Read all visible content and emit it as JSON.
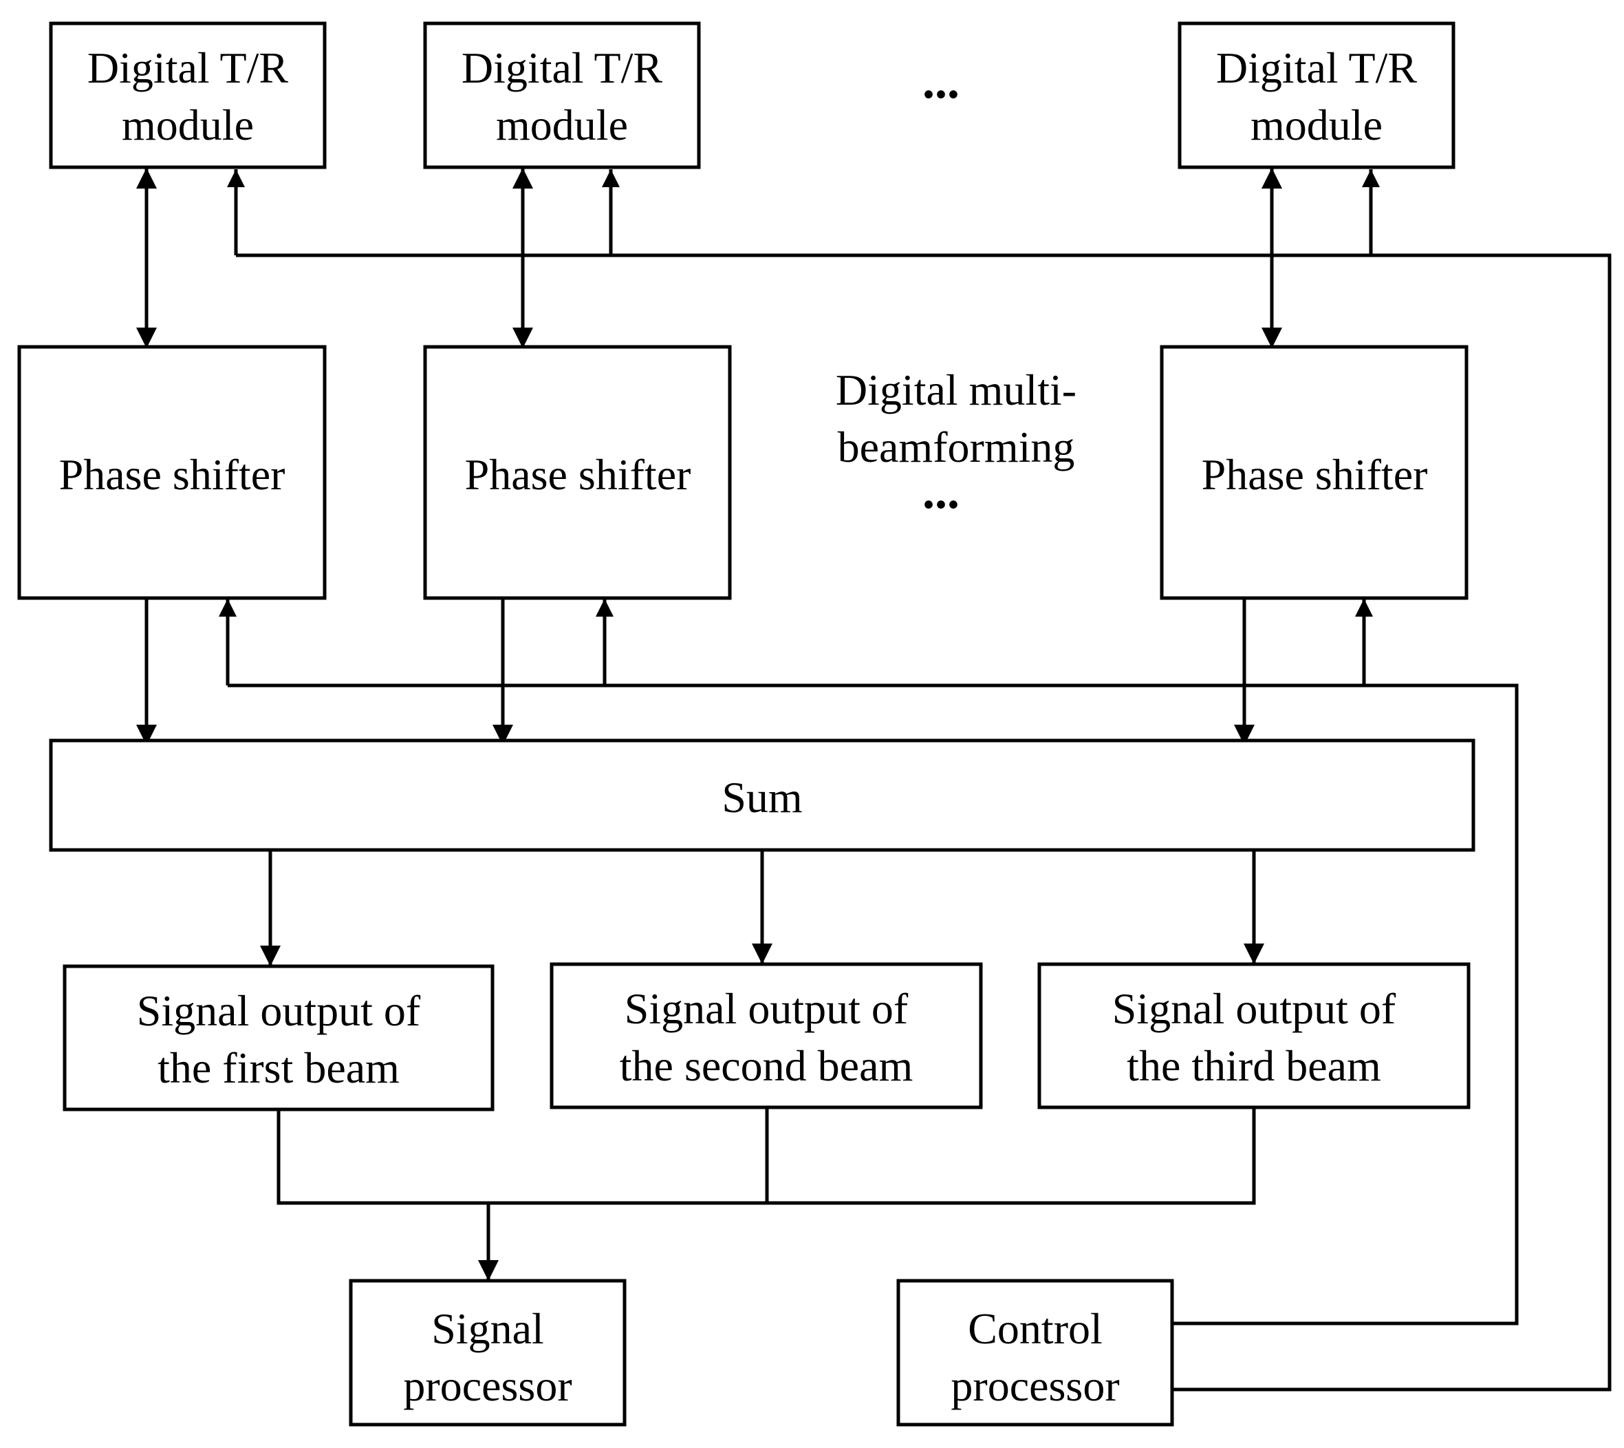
{
  "tr_modules": [
    {
      "line1": "Digital T/R",
      "line2": "module"
    },
    {
      "line1": "Digital T/R",
      "line2": "module"
    },
    {
      "line1": "Digital T/R",
      "line2": "module"
    }
  ],
  "phase_shifters": [
    {
      "label": "Phase shifter"
    },
    {
      "label": "Phase shifter"
    },
    {
      "label": "Phase shifter"
    }
  ],
  "ellipsis": "...",
  "center_label": {
    "line1": "Digital multi-",
    "line2": "beamforming"
  },
  "sum": {
    "label": "Sum"
  },
  "outputs": [
    {
      "line1": "Signal output of",
      "line2": "the first beam"
    },
    {
      "line1": "Signal output of",
      "line2": "the second beam"
    },
    {
      "line1": "Signal output of",
      "line2": "the third beam"
    }
  ],
  "signal_processor": {
    "line1": "Signal",
    "line2": "processor"
  },
  "control_processor": {
    "line1": "Control",
    "line2": "processor"
  }
}
